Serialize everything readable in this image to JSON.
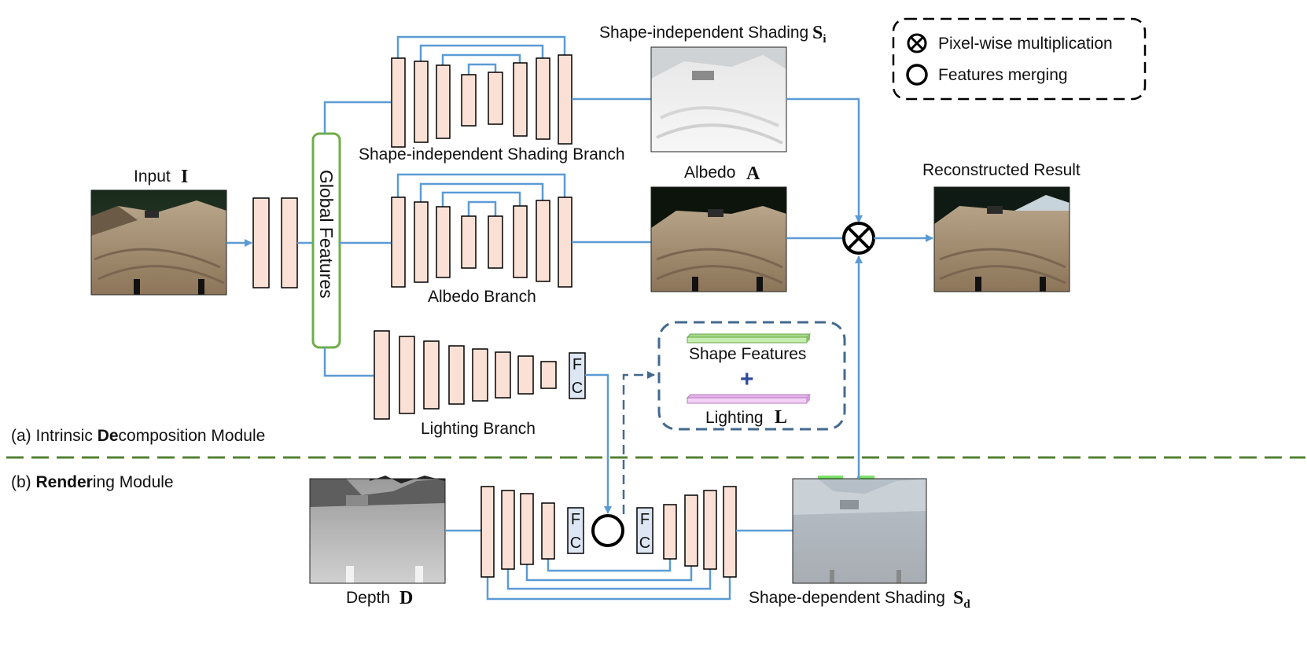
{
  "legend": {
    "multiply_label": "Pixel-wise multiplication",
    "merge_label": "Features merging"
  },
  "labels": {
    "input": "Input",
    "input_sym": "I",
    "global_features": "Global Features",
    "shading_branch": "Shape-independent Shading Branch",
    "albedo_branch": "Albedo Branch",
    "lighting_branch": "Lighting Branch",
    "shading_img": "Shape-independent Shading",
    "shading_sym": "S",
    "shading_sub": "i",
    "albedo_img": "Albedo",
    "albedo_sym": "A",
    "reconstructed": "Reconstructed Result",
    "shape_features": "Shape Features",
    "plus": "+",
    "lighting": "Lighting",
    "lighting_sym": "L",
    "module_a_prefix": "(a)  Intrinsic ",
    "module_a_bold": "De",
    "module_a_suffix": "composition Module",
    "module_b_prefix": "(b)  ",
    "module_b_bold": "Render",
    "module_b_suffix": "ing Module",
    "depth": "Depth",
    "depth_sym": "D",
    "dep_shading": "Shape-dependent Shading",
    "dep_sym": "S",
    "dep_sub": "d",
    "fc_f": "F",
    "fc_c": "C"
  },
  "colors": {
    "arrow": "#5b9bd5",
    "block_fill": "#fbe1d5",
    "fc_fill": "#dde6f3",
    "global_border": "#70ad47",
    "divider": "#548235",
    "shape_features_bar": "#c6eeb0",
    "lighting_bar": "#f3d0f5",
    "inset_border": "#44698f"
  }
}
